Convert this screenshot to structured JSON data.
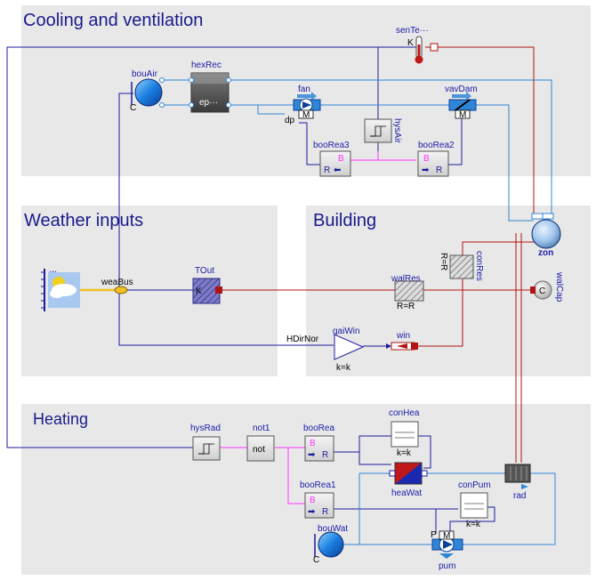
{
  "sections": {
    "cooling": "Cooling and ventilation",
    "weather": "Weather inputs",
    "building": "Building",
    "heating": "Heating"
  },
  "components": {
    "senTem": "senTe···",
    "senTem_k": "K",
    "bouAir": "bouAir",
    "bouAir_c": "C",
    "hexRec": "hexRec",
    "hexRec_inner": "ep···",
    "fan": "fan",
    "fan_dp": "dp",
    "fan_m": "M",
    "vavDam": "vavDam",
    "vavDam_m": "M",
    "hysAir": "hysAir",
    "booRea3": "booRea3",
    "booRea2": "booRea2",
    "zon": "zon",
    "weaDat": "w···",
    "weaBus": "weaBus",
    "TOut": "TOut",
    "TOut_k": "K",
    "conRes": "conRes",
    "conRes_eq": "R=R",
    "walRes": "walRes",
    "walRes_eq": "R=R",
    "walCap": "walCap",
    "walCap_c": "C",
    "gaiWin": "gaiWin",
    "gaiWin_k": "k=k",
    "HDirNor": "HDirNor",
    "win": "win",
    "hysRad": "hysRad",
    "not1": "not1",
    "not1_inner": "not",
    "booRea": "booRea",
    "booRea1": "booRea1",
    "conHea": "conHea",
    "conHea_k": "k=k",
    "heaWat": "heaWat",
    "rad": "rad",
    "conPum": "conPum",
    "conPum_k": "k=k",
    "bouWat": "bouWat",
    "bouWat_c": "C",
    "pum": "pum",
    "pum_m": "M",
    "pum_p": "P",
    "bool_B": "B",
    "real_R": "R"
  },
  "colors": {
    "panel": "#e8e8e8",
    "title": "#1a1a8c",
    "signal": "#1c1c9c",
    "fluid": "#2f86d6",
    "heat": "#b01414",
    "boolean": "#ff33ff",
    "weather": "#f0c020"
  }
}
